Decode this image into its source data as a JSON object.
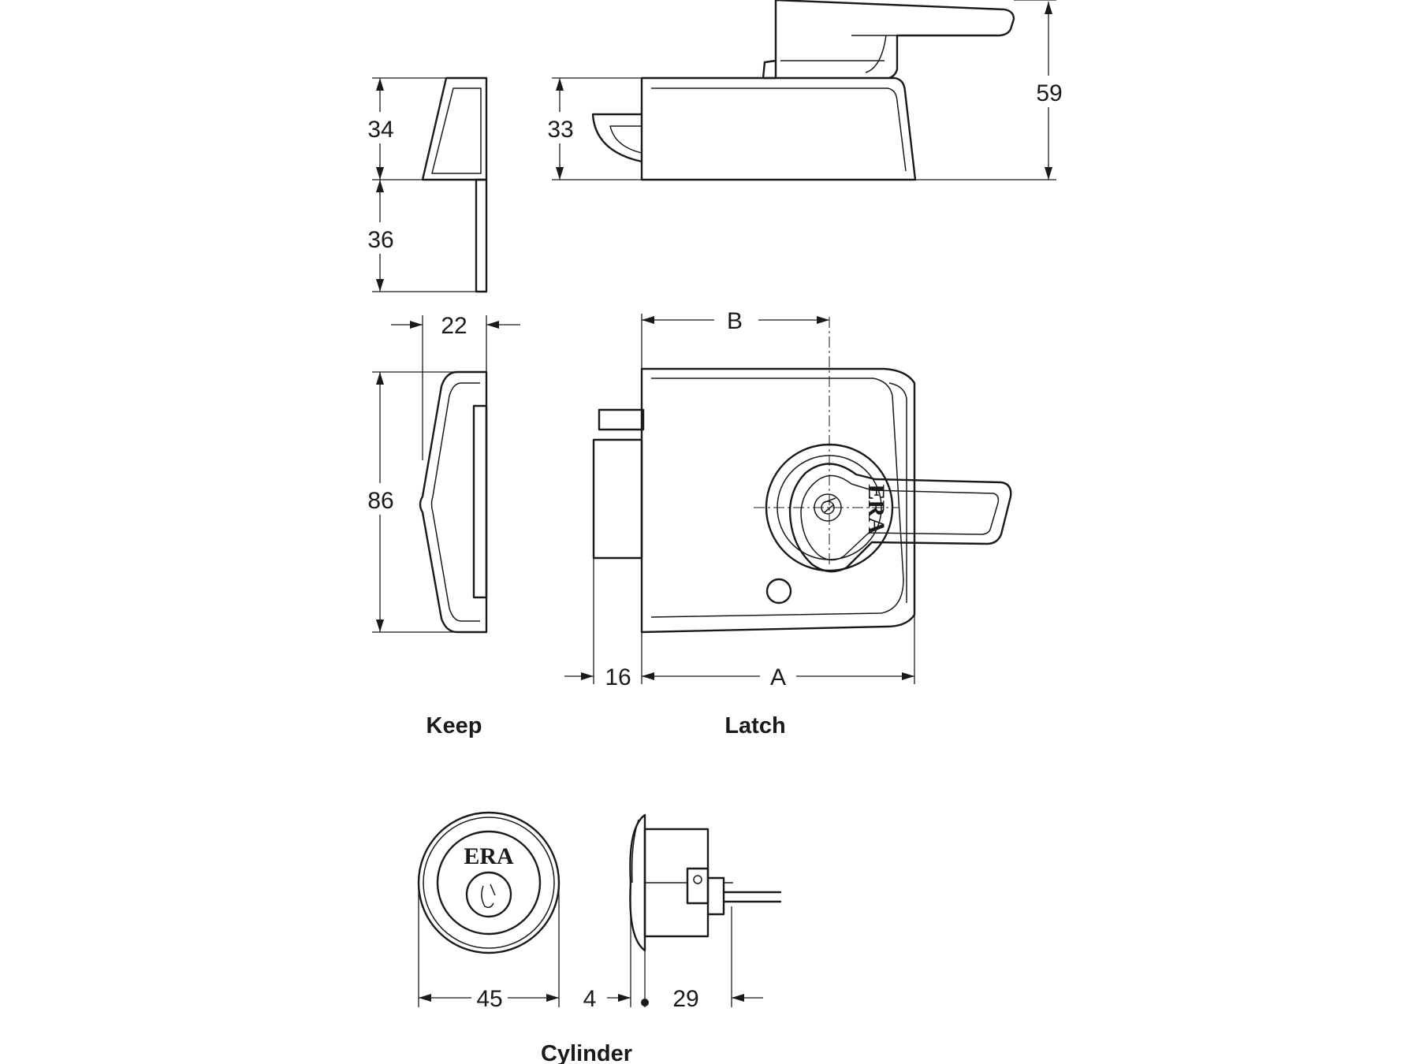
{
  "dimensions": {
    "keep_upper_height": "34",
    "keep_lower_height": "36",
    "keep_depth": "22",
    "keep_height": "86",
    "latch_side_height": "33",
    "latch_total_height": "59",
    "latch_key_centre": "B",
    "latch_width": "A",
    "latch_bolt": "16",
    "cylinder_diameter": "45",
    "cylinder_flange": "4",
    "cylinder_length": "29"
  },
  "labels": {
    "keep": "Keep",
    "latch": "Latch",
    "cylinder": "Cylinder"
  },
  "brand": {
    "latch_logo": "ERA",
    "cylinder_logo": "ERA"
  }
}
